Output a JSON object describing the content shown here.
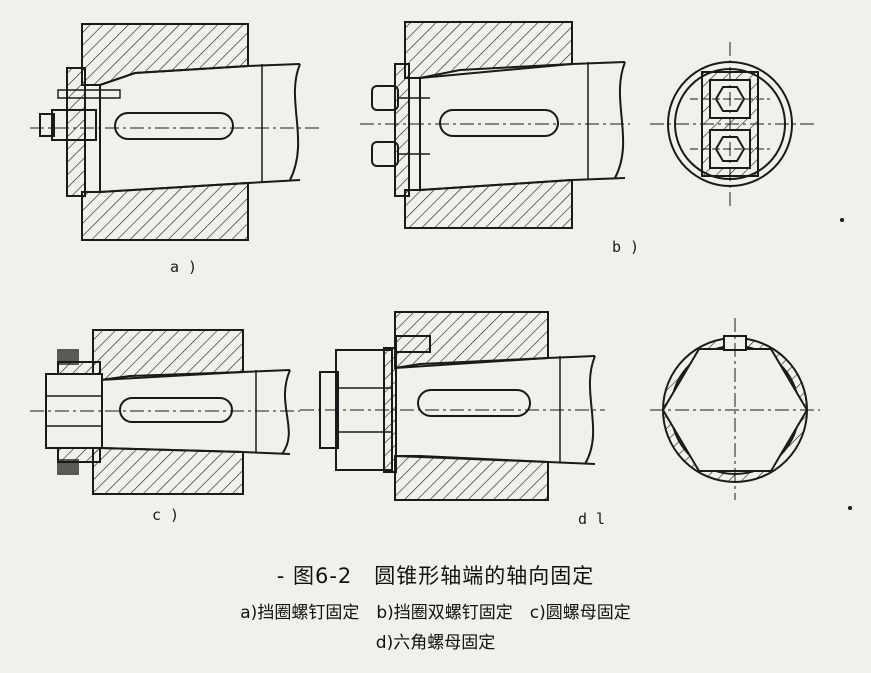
{
  "panel_labels": {
    "a": "a )",
    "b": "b )",
    "c": "c )",
    "d": "d l"
  },
  "caption": {
    "title": "- 图6-2　圆锥形轴端的轴向固定",
    "line1": "a)挡圈螺钉固定　b)挡圈双螺钉固定　c)圆螺母固定",
    "line2": "d)六角螺母固定"
  },
  "colors": {
    "ink": "#1a1a1a",
    "paper": "#f2f0eb"
  }
}
